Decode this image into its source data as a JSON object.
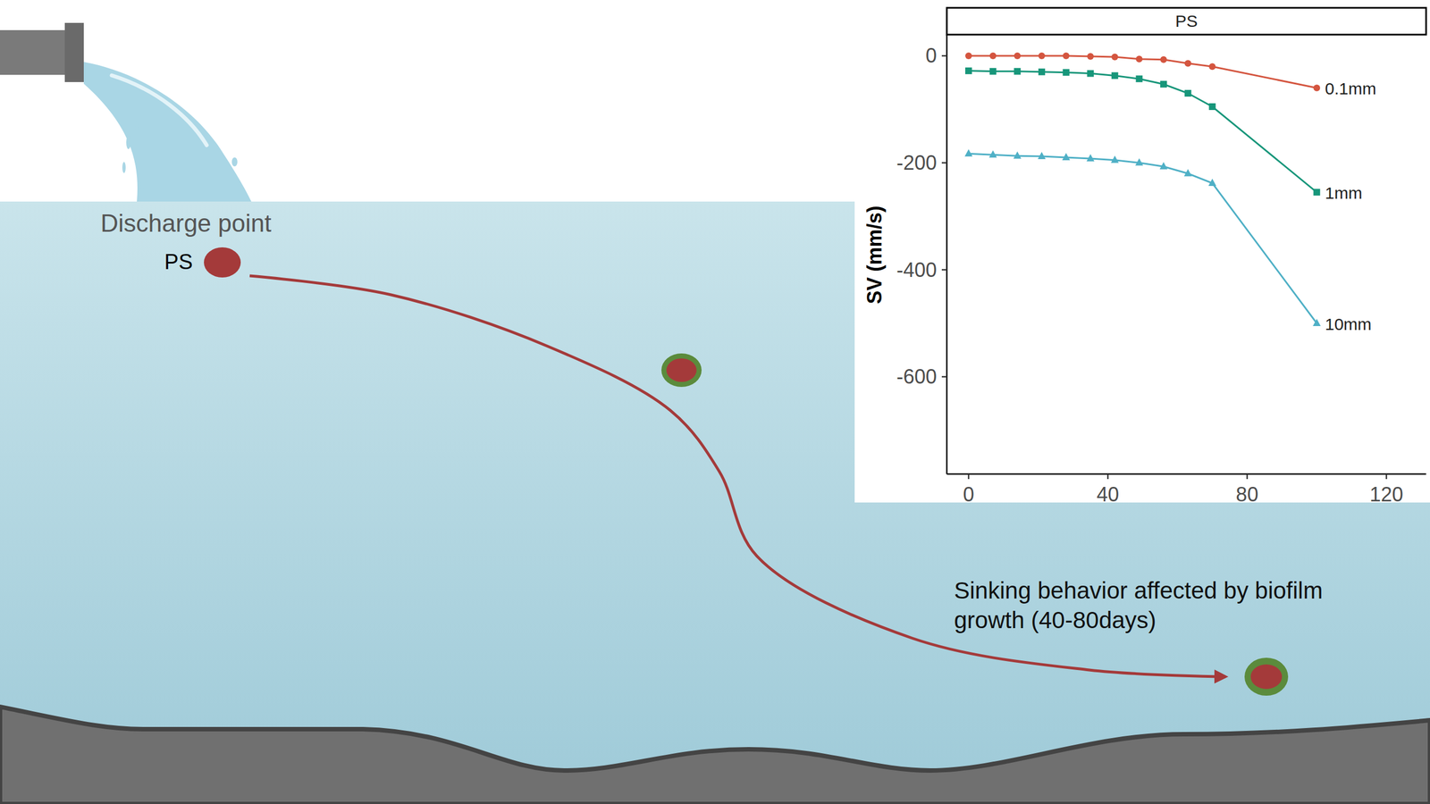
{
  "diagram": {
    "nodes": [
      {
        "text": [
          "PS"
        ]
      },
      {
        "text": [
          "Sinking behavior affected by biofilm growth (40-80days)"
        ]
      }
    ],
    "edges": [
      {
        "from": 0,
        "to": 1,
        "arrow": "to"
      }
    ],
    "labels": [
      "Discharge point",
      "PS",
      "0",
      "-200",
      "-400",
      "-600",
      "SV (mm/s)",
      "0",
      "40",
      "80",
      "120",
      "0.1mm",
      "1mm",
      "10mm"
    ]
  }
}
